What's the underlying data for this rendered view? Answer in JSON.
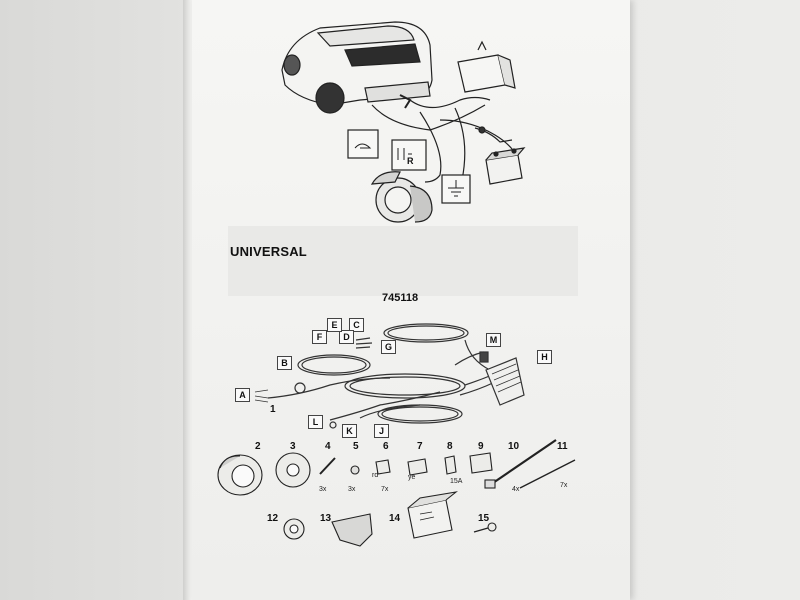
{
  "section": {
    "heading": "UNIVERSAL",
    "code": "745118"
  },
  "top_diagram": {
    "relay_label": "R"
  },
  "harness_labels": {
    "A": "A",
    "B": "B",
    "C": "C",
    "D": "D",
    "E": "E",
    "F": "F",
    "G": "G",
    "H": "H",
    "J": "J",
    "K": "K",
    "L": "L",
    "M": "M",
    "harness_number": "1"
  },
  "parts": [
    {
      "number": "2",
      "qty": ""
    },
    {
      "number": "3",
      "qty": ""
    },
    {
      "number": "4",
      "qty": "3x"
    },
    {
      "number": "5",
      "qty": "3x"
    },
    {
      "number": "6",
      "qty": "7x",
      "note": "rd"
    },
    {
      "number": "7",
      "qty": "",
      "note": "ye"
    },
    {
      "number": "8",
      "qty": "",
      "note": "15A"
    },
    {
      "number": "9",
      "qty": ""
    },
    {
      "number": "10",
      "qty": "4x"
    },
    {
      "number": "11",
      "qty": "7x"
    },
    {
      "number": "12",
      "qty": ""
    },
    {
      "number": "13",
      "qty": ""
    },
    {
      "number": "14",
      "qty": ""
    },
    {
      "number": "15",
      "qty": ""
    }
  ]
}
